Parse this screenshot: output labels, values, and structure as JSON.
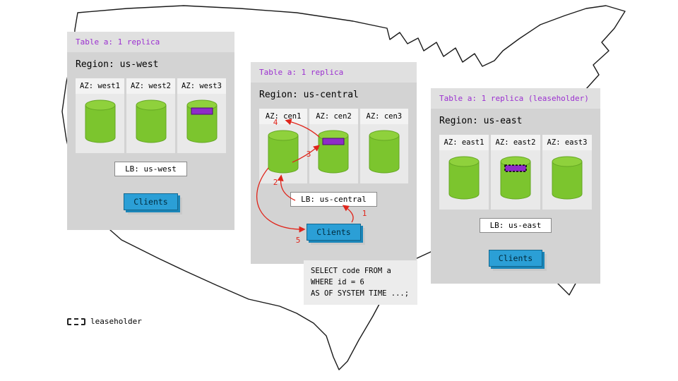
{
  "colors": {
    "accent_purple": "#9b30d0",
    "replica_green": "#7cc52e",
    "replica_green_top": "#8fd13c",
    "leaseholder_purple": "#8e2cc9",
    "client_blue": "#2b9fd6",
    "arrow_red": "#e0251b",
    "panel_gray": "#d3d3d3",
    "panel_header_gray": "#e0e0e0"
  },
  "regions": [
    {
      "table_label": "Table a: 1 replica",
      "title": "Region: us-west",
      "azs": [
        {
          "label": "AZ: west1"
        },
        {
          "label": "AZ: west2"
        },
        {
          "label": "AZ: west3"
        }
      ],
      "lb_label": "LB: us-west",
      "clients_label": "Clients"
    },
    {
      "table_label": "Table a: 1 replica",
      "title": "Region: us-central",
      "azs": [
        {
          "label": "AZ: cen1"
        },
        {
          "label": "AZ: cen2"
        },
        {
          "label": "AZ: cen3"
        }
      ],
      "lb_label": "LB: us-central",
      "clients_label": "Clients"
    },
    {
      "table_label": "Table a: 1 replica (leaseholder)",
      "title": "Region: us-east",
      "azs": [
        {
          "label": "AZ: east1"
        },
        {
          "label": "AZ: east2"
        },
        {
          "label": "AZ: east3"
        }
      ],
      "lb_label": "LB: us-east",
      "clients_label": "Clients"
    }
  ],
  "flow": {
    "steps": [
      "1",
      "2",
      "3",
      "4",
      "5"
    ]
  },
  "sql": {
    "lines": [
      "SELECT code FROM a",
      "WHERE id = 6",
      "AS OF SYSTEM TIME ...;"
    ]
  },
  "legend": {
    "label": "leaseholder"
  }
}
